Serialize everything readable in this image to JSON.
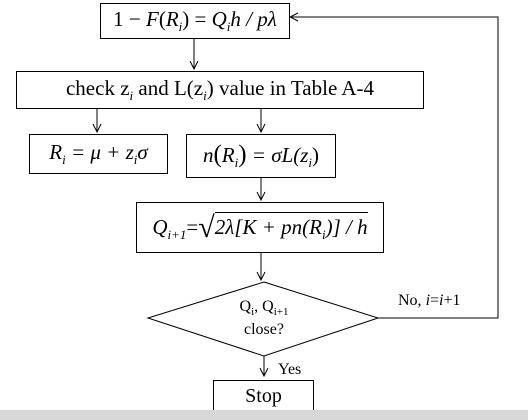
{
  "step1": {
    "a": "1 − ",
    "F": "F",
    "b": "(",
    "R": "R",
    "i": "i",
    "c": ") = ",
    "Q": "Q",
    "qi": "i",
    "d": "h / ",
    "p": "p",
    "lam": "λ"
  },
  "step2": {
    "text1": "check z",
    "sub1": "i",
    "text2": " and L(z",
    "sub2": "i",
    "text3": ") value in Table A-4"
  },
  "step3": {
    "R": "R",
    "i": "i",
    "eq": " = μ + z",
    "zi": "i",
    "sig": "σ"
  },
  "step4": {
    "n": "n",
    "open": "(",
    "R": "R",
    "i": "i",
    "close": ")",
    "eq": " = σL(z",
    "zi": "i",
    "end": ")"
  },
  "step5": {
    "Q": "Q",
    "sub": "i+1",
    "eq": " = ",
    "rad": "2λ[K + pn(R",
    "ri": "i",
    "end": ")] / h"
  },
  "decision": {
    "line1a": "Q",
    "line1a_sub": "i",
    "line1b": ", Q",
    "line1b_sub": "i+1",
    "line2": "close?"
  },
  "no_label": {
    "prefix": "No, ",
    "var": "i",
    "eq": "=",
    "var2": "i",
    "suffix": "+1"
  },
  "yes_label": "Yes",
  "stop_label": "Stop"
}
